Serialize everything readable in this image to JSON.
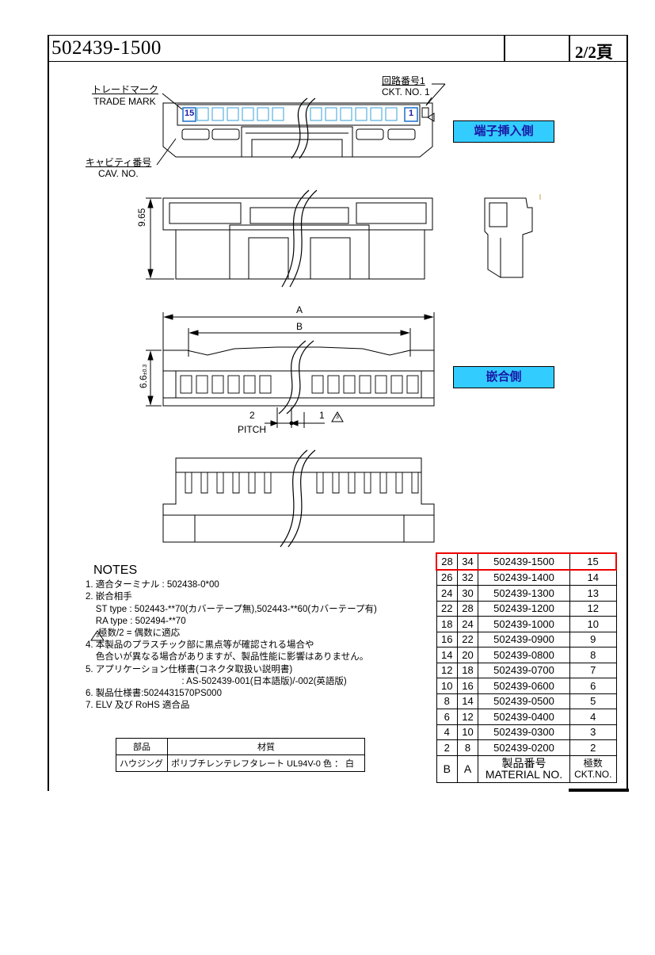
{
  "header": {
    "part_number": "502439-1500",
    "page": "2/2頁"
  },
  "top_view": {
    "trade_mark_jp": "トレードマーク",
    "trade_mark_en": "TRADE MARK",
    "circuit_no_jp": "回路番号1",
    "circuit_no_en": "CKT. NO. 1",
    "cavity_no_jp": "キャビティ番号",
    "cavity_no_en": "CAV. NO.",
    "cav_first": "15",
    "cav_last": "1",
    "insertion_side": "端子挿入側"
  },
  "side_view": {
    "height_dim": "9.65"
  },
  "front_view": {
    "dim_a": "A",
    "dim_b": "B",
    "height_dim": "6.6",
    "height_tol": "±0.3",
    "pitch_value": "2",
    "pitch_label": "PITCH",
    "pitch_value2": "1",
    "rev_mark": "3",
    "mating_side": "嵌合側"
  },
  "notes": {
    "title": "NOTES",
    "lines": [
      "1. 適合ターミナル : 502438-0*00",
      "2. 嵌合相手",
      "    ST type : 502443-**70(カバーテープ無),502443-**60(カバーテープ有)",
      "    RA type : 502494-**70",
      "     極数/2 = 偶数に適応",
      "4. 本製品のプラスチック部に黒点等が確認される場合や",
      "    色合いが異なる場合がありますが、製品性能に影響はありません。",
      "5. アプリケーション仕様書(コネクタ取扱い説明書)",
      "                                      : AS-502439-001(日本語版)/-002(英語版)",
      "6. 製品仕様書:5024431570PS000",
      "7. ELV 及び RoHS 適合品"
    ],
    "rev_mark": "3"
  },
  "material_table": {
    "header_part": "部品",
    "header_material": "材質",
    "part": "ハウジング",
    "material": "ポリブチレンテレフタレート UL94V-0 色 ： 白"
  },
  "ckt_table": {
    "rows": [
      {
        "b": "28",
        "a": "34",
        "material_no": "502439-1500",
        "ckt": "15",
        "highlight": true
      },
      {
        "b": "26",
        "a": "32",
        "material_no": "502439-1400",
        "ckt": "14"
      },
      {
        "b": "24",
        "a": "30",
        "material_no": "502439-1300",
        "ckt": "13"
      },
      {
        "b": "22",
        "a": "28",
        "material_no": "502439-1200",
        "ckt": "12"
      },
      {
        "b": "18",
        "a": "24",
        "material_no": "502439-1000",
        "ckt": "10"
      },
      {
        "b": "16",
        "a": "22",
        "material_no": "502439-0900",
        "ckt": "9"
      },
      {
        "b": "14",
        "a": "20",
        "material_no": "502439-0800",
        "ckt": "8"
      },
      {
        "b": "12",
        "a": "18",
        "material_no": "502439-0700",
        "ckt": "7"
      },
      {
        "b": "10",
        "a": "16",
        "material_no": "502439-0600",
        "ckt": "6"
      },
      {
        "b": "8",
        "a": "14",
        "material_no": "502439-0500",
        "ckt": "5"
      },
      {
        "b": "6",
        "a": "12",
        "material_no": "502439-0400",
        "ckt": "4"
      },
      {
        "b": "4",
        "a": "10",
        "material_no": "502439-0300",
        "ckt": "3"
      },
      {
        "b": "2",
        "a": "8",
        "material_no": "502439-0200",
        "ckt": "2"
      }
    ],
    "header_b": "B",
    "header_a": "A",
    "header_material_jp": "製品番号",
    "header_material_en": "MATERIAL NO.",
    "header_ckt_jp": "極数",
    "header_ckt_en": "CKT.NO.",
    "highlight_color": "#e00000"
  },
  "colors": {
    "label_box_fill": "#33ccff",
    "label_box_text": "#1a1aa6"
  }
}
